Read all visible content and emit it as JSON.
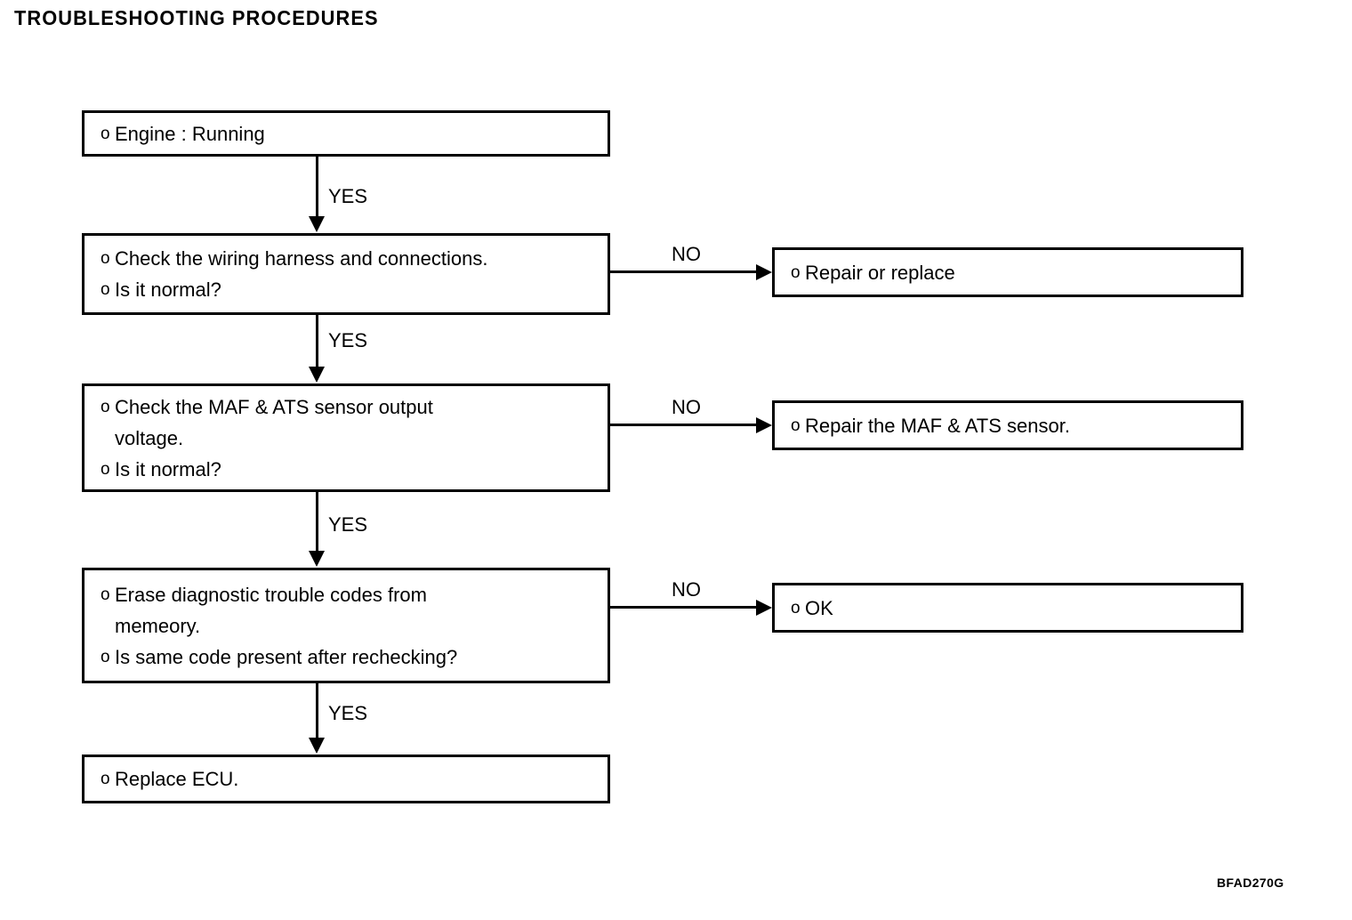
{
  "document": {
    "title": "TROUBLESHOOTING PROCEDURES",
    "figure_code": "BFAD270G",
    "bullet_glyph": "o",
    "ink_color": "#000000",
    "paper_color": "#ffffff"
  },
  "flow": {
    "main_steps": [
      {
        "id": "engine-running",
        "lines": [
          "Engine : Running"
        ]
      },
      {
        "id": "check-wiring-harness",
        "lines": [
          "Check the wiring harness and connections.",
          "Is it normal?"
        ]
      },
      {
        "id": "check-maf-ats-output-voltage",
        "lines": [
          "Check the MAF & ATS sensor output\nvoltage.",
          "Is it normal?"
        ]
      },
      {
        "id": "erase-diagnostic-trouble-codes",
        "lines": [
          "Erase diagnostic trouble codes from\nmemeory.",
          "Is same code present after rechecking?"
        ]
      },
      {
        "id": "replace-ecu",
        "lines": [
          "Replace ECU."
        ]
      }
    ],
    "outcome_steps": [
      {
        "id": "repair-or-replace",
        "lines": [
          "Repair or replace"
        ]
      },
      {
        "id": "repair-maf-ats-sensor",
        "lines": [
          "Repair the MAF & ATS sensor."
        ]
      },
      {
        "id": "ok",
        "lines": [
          "OK"
        ]
      }
    ],
    "yes_labels": [
      "YES",
      "YES",
      "YES",
      "YES"
    ],
    "no_labels": [
      "NO",
      "NO",
      "NO"
    ]
  }
}
